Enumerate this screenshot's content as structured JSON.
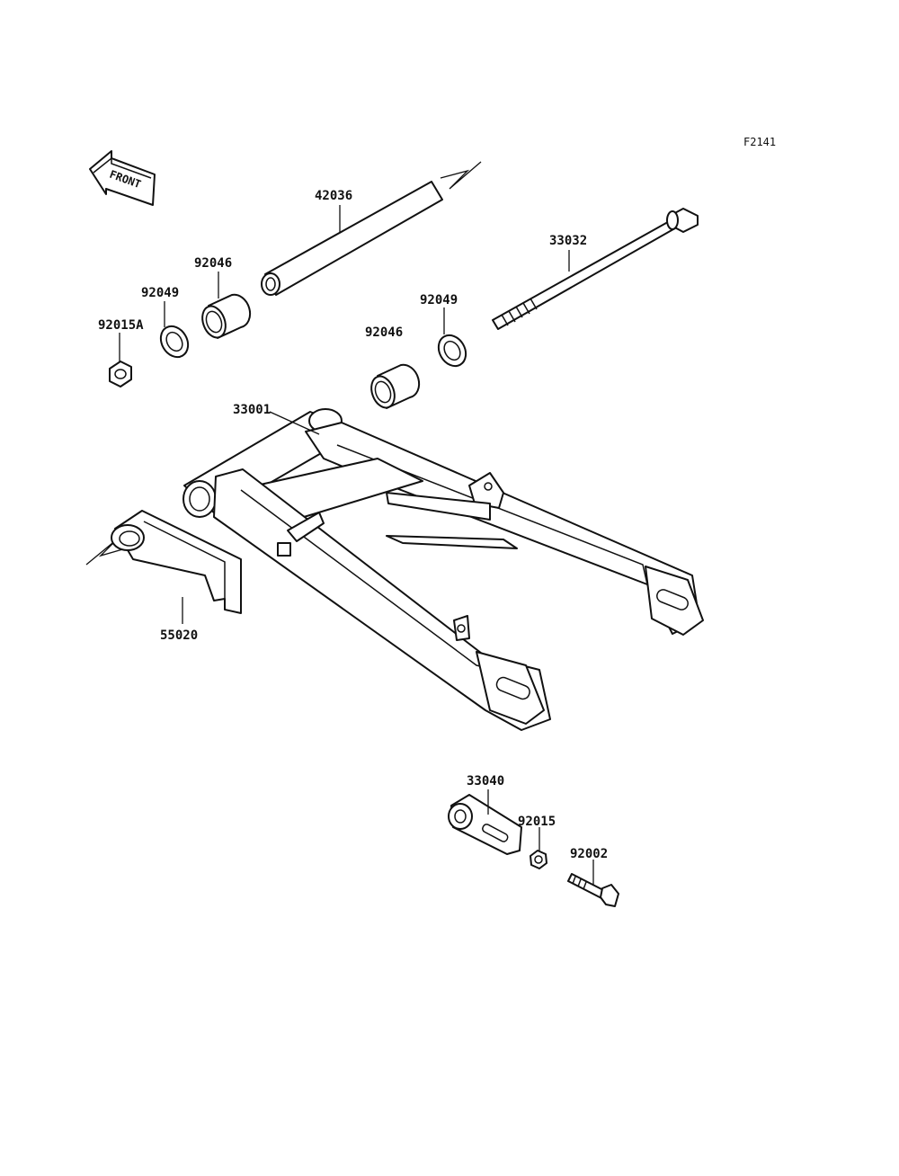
{
  "figure_code": "F2141",
  "front_label": "FRONT",
  "parts": {
    "p42036": "42036",
    "p33032": "33032",
    "p92046_left": "92046",
    "p92049_left": "92049",
    "p92015A": "92015A",
    "p92049_right": "92049",
    "p92046_right": "92046",
    "p33001": "33001",
    "p55020": "55020",
    "p33040": "33040",
    "p92015": "92015",
    "p92002": "92002"
  }
}
